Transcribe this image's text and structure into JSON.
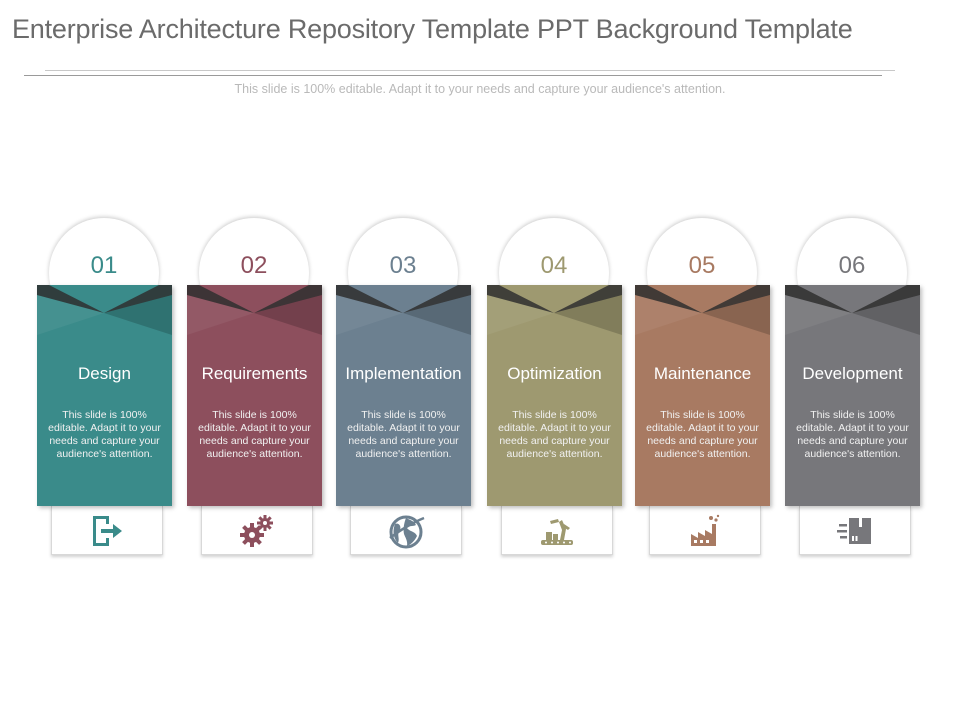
{
  "title": "Enterprise Architecture Repository Template PPT Background Template",
  "subtitle": "This slide is 100% editable. Adapt it to your needs and capture your audience's attention.",
  "cards": [
    {
      "number": "01",
      "heading": "Design",
      "body": "This slide is 100% editable. Adapt it to your needs and capture your audience's attention.",
      "color": "#3a8b8a",
      "icon": "exit-door-icon"
    },
    {
      "number": "02",
      "heading": "Requirements",
      "body": "This slide is 100% editable. Adapt it to your needs and capture your audience's attention.",
      "color": "#8d4f5d",
      "icon": "gears-icon"
    },
    {
      "number": "03",
      "heading": "Implementation",
      "body": "This slide is 100% editable. Adapt it to your needs and capture your audience's attention.",
      "color": "#6c8090",
      "icon": "globe-icon"
    },
    {
      "number": "04",
      "heading": "Optimization",
      "body": "This slide is 100% editable. Adapt it to your needs and capture your audience's attention.",
      "color": "#9e9970",
      "icon": "robotic-arm-icon"
    },
    {
      "number": "05",
      "heading": "Maintenance",
      "body": "This slide is 100% editable. Adapt it to your needs and capture your audience's attention.",
      "color": "#a87a62",
      "icon": "factory-icon"
    },
    {
      "number": "06",
      "heading": "Development",
      "body": "This slide is 100% editable. Adapt it to your needs and capture your audience's attention.",
      "color": "#77777b",
      "icon": "fast-delivery-box-icon"
    }
  ]
}
